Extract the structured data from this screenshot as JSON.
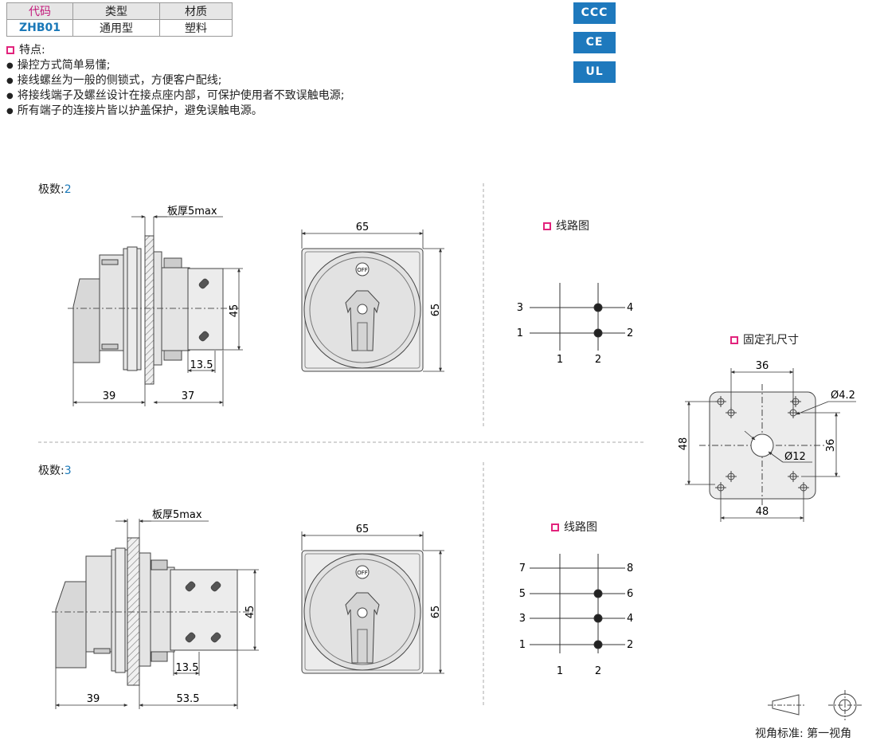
{
  "spec_table": {
    "headers": [
      "代码",
      "类型",
      "材质"
    ],
    "row": [
      "ZHB01",
      "通用型",
      "塑料"
    ]
  },
  "features": {
    "title": "特点:",
    "items": [
      "操控方式简单易懂;",
      "接线螺丝为一般的侧锁式，方便客户配线;",
      "将接线端子及螺丝设计在接点座内部，可保护使用者不致误触电源;",
      "所有端子的连接片皆以护盖保护，避免误触电源。"
    ]
  },
  "certifications": [
    "CCC",
    "CE",
    "UL"
  ],
  "pole2": {
    "label": "极数:",
    "value": "2",
    "side_dims": {
      "plate": "板厚5max",
      "height": "45",
      "pitch": "13.5",
      "left": "39",
      "right": "37"
    },
    "front_dims": {
      "width": "65",
      "height": "65",
      "knob": "OFF"
    },
    "wiring": {
      "title": "线路图",
      "left_terminals": [
        "3",
        "1"
      ],
      "right_terminals": [
        "4",
        "2"
      ],
      "bottom": [
        "1",
        "2"
      ]
    }
  },
  "pole3": {
    "label": "极数:",
    "value": "3",
    "side_dims": {
      "plate": "板厚5max",
      "height": "45",
      "pitch": "13.5",
      "left": "39",
      "right": "53.5"
    },
    "front_dims": {
      "width": "65",
      "height": "65",
      "knob": "OFF"
    },
    "wiring": {
      "title": "线路图",
      "left_terminals": [
        "7",
        "5",
        "3",
        "1"
      ],
      "right_terminals": [
        "8",
        "6",
        "4",
        "2"
      ],
      "bottom": [
        "1",
        "2"
      ]
    }
  },
  "mounting": {
    "title": "固定孔尺寸",
    "top": "36",
    "left": "48",
    "right": "36",
    "bottom": "48",
    "hole": "Ø4.2",
    "center": "Ø12"
  },
  "view_standard": "视角标准: 第一视角",
  "colors": {
    "accent_pink": "#e2237c",
    "accent_blue": "#1e79bd",
    "value_blue": "#1a78b8"
  }
}
